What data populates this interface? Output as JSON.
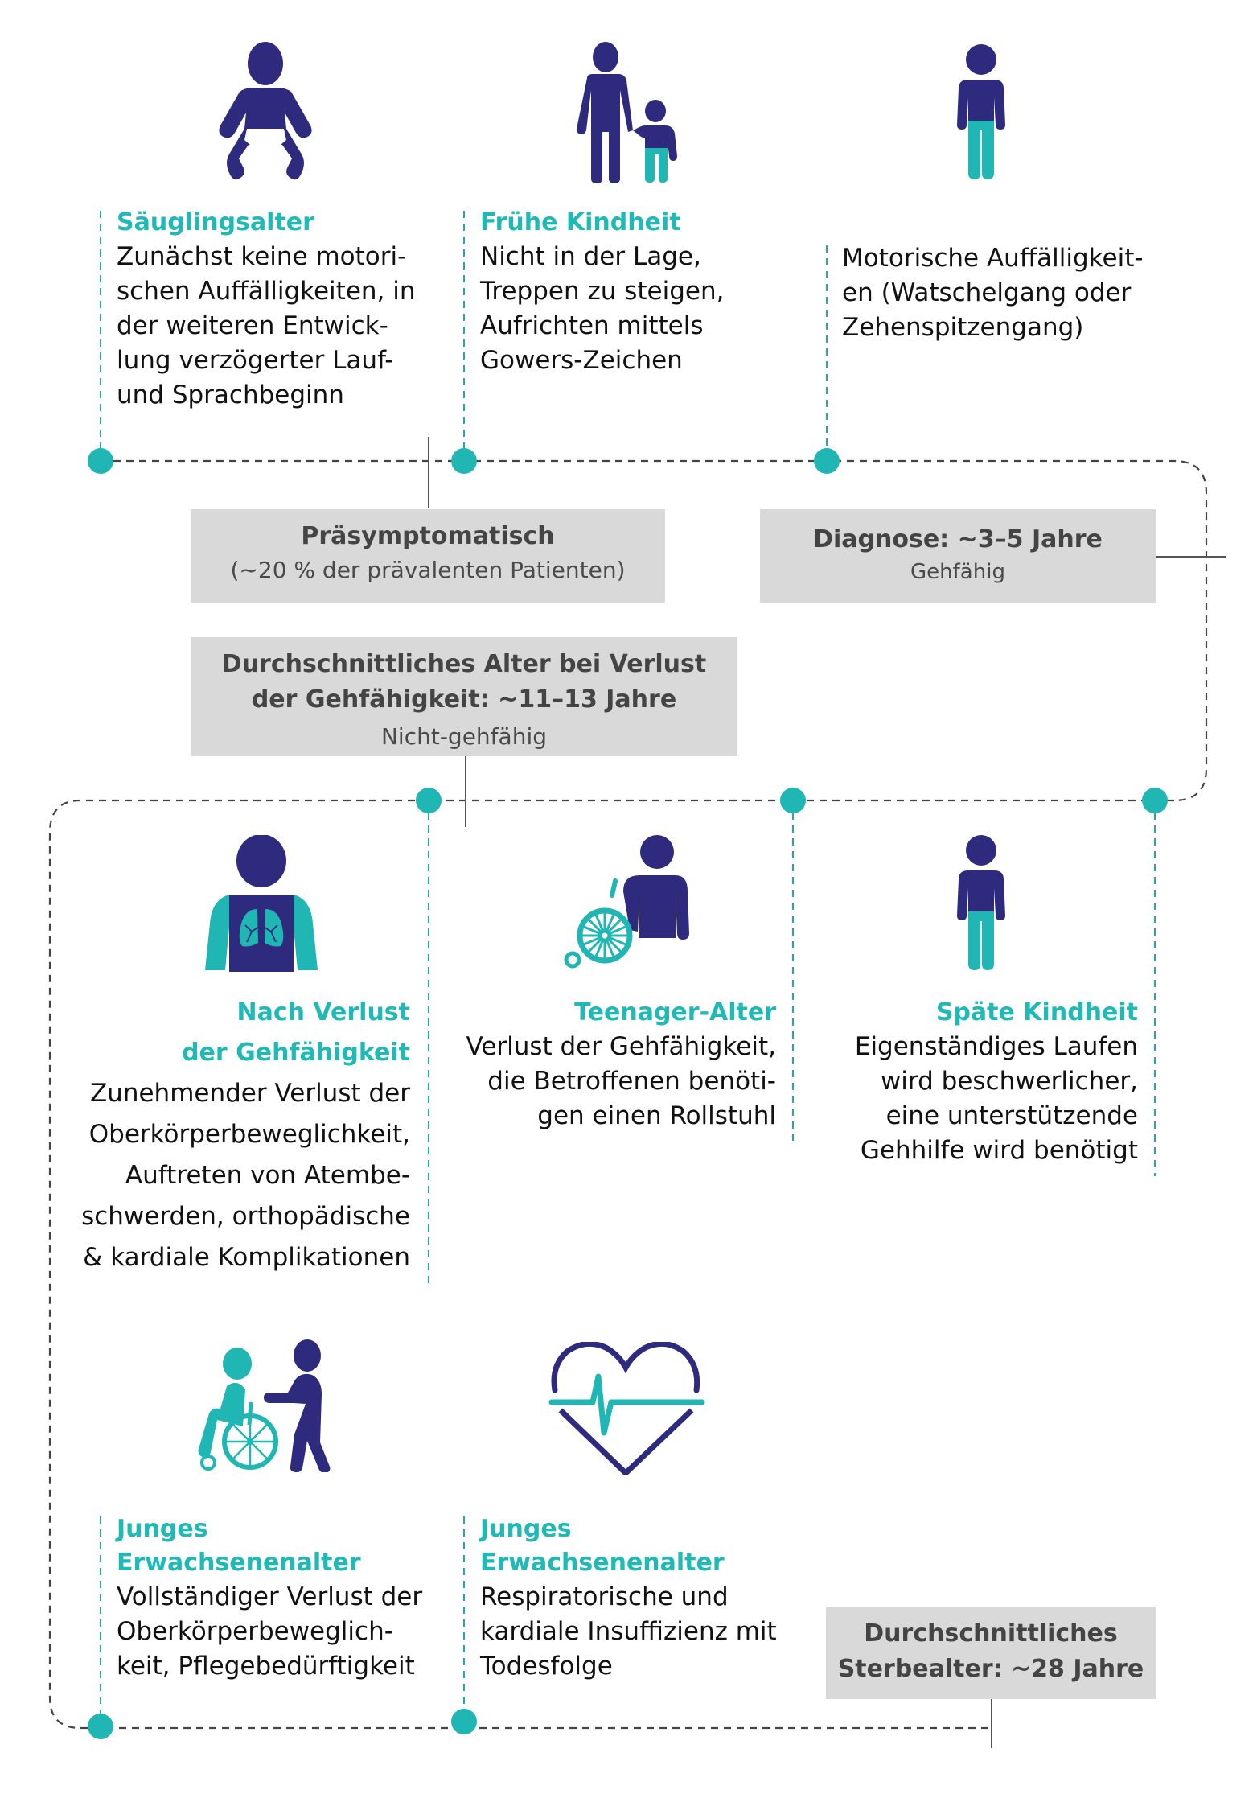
{
  "colors": {
    "navy": "#2e2a7e",
    "teal": "#20b6b4",
    "title_teal": "#1fb9b6",
    "box_grey": "#d9d9d9",
    "box_text": "#444444",
    "connector": "#444444"
  },
  "stages": [
    {
      "icon": "baby-icon",
      "title": "Säuglingsalter",
      "text": [
        "Zunächst keine motori-",
        "schen Auffälligkeiten, in",
        "der weiteren Entwick-",
        "lung verzögerter Lauf-",
        "und Sprachbeginn"
      ]
    },
    {
      "icon": "parent-child-icon",
      "title": "Frühe Kindheit",
      "text": [
        "Nicht in der Lage,",
        "Treppen zu steigen,",
        "Aufrichten mittels",
        "Gowers-Zeichen"
      ]
    },
    {
      "icon": "child-standing-icon",
      "title": "",
      "text": [
        "Motorische Auffälligkeit-",
        "en (Watschelgang oder",
        "Zehenspitzengang)"
      ]
    },
    {
      "icon": "child-standing-icon",
      "title": "Späte Kindheit",
      "text": [
        "Eigenständiges Laufen",
        "wird beschwerlicher,",
        "eine unterstützende",
        "Gehhilfe wird benötigt"
      ]
    },
    {
      "icon": "wheelchair-person-icon",
      "title": "Teenager-Alter",
      "text": [
        "Verlust der Gehfähigkeit,",
        "die Betroffenen benöti-",
        "gen einen Rollstuhl"
      ]
    },
    {
      "icon": "lungs-person-icon",
      "title": [
        "Nach Verlust",
        "der Gehfähigkeit"
      ],
      "text": [
        "Zunehmender Verlust der",
        "Oberkörperbeweglichkeit,",
        "Auftreten von Atembe-",
        "schwerden, orthopädische",
        "& kardiale Komplikationen"
      ]
    },
    {
      "icon": "caregiver-wheelchair-icon",
      "title": [
        "Junges",
        "Erwachsenenalter"
      ],
      "text": [
        "Vollständiger Verlust der",
        "Oberkörperbeweglich-",
        "keit, Pflegebedürftigkeit"
      ]
    },
    {
      "icon": "heart-pulse-icon",
      "title": [
        "Junges",
        "Erwachsenenalter"
      ],
      "text": [
        "Respiratorische und",
        "kardiale Insuffizienz mit",
        "Todesfolge"
      ]
    }
  ],
  "milestones": {
    "presymptomatic": {
      "title": "Präsymptomatisch",
      "sub": "(~20 % der prävalenten Patienten)"
    },
    "diagnosis": {
      "title": "Diagnose: ~3–5 Jahre",
      "sub": "Gehfähig"
    },
    "loss_of_ambulation": {
      "title": [
        "Durchschnittliches Alter bei Verlust",
        "der Gehfähigkeit: ~11–13 Jahre"
      ],
      "sub": "Nicht-gehfähig"
    },
    "death": {
      "title": [
        "Durchschnittliches",
        "Sterbealter: ~28 Jahre"
      ]
    }
  }
}
